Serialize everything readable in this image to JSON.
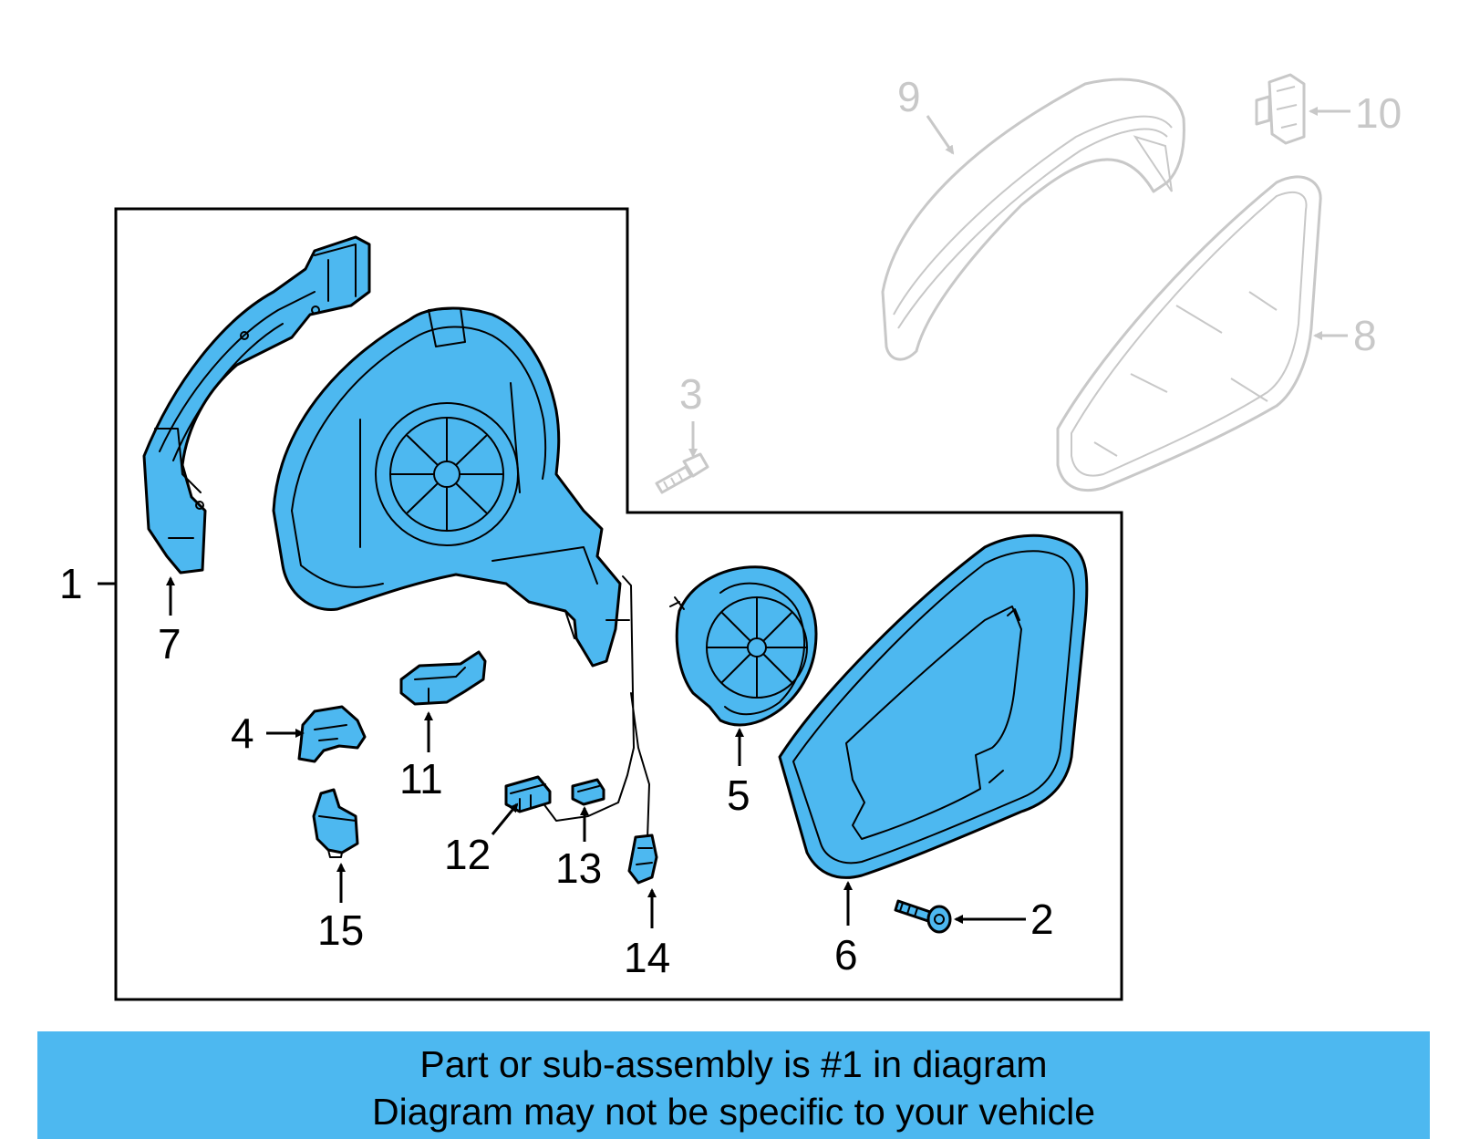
{
  "callouts": {
    "c1": "1",
    "c2": "2",
    "c3": "3",
    "c4": "4",
    "c5": "5",
    "c6": "6",
    "c7": "7",
    "c8": "8",
    "c9": "9",
    "c10": "10",
    "c11": "11",
    "c12": "12",
    "c13": "13",
    "c14": "14",
    "c15": "15"
  },
  "banner": {
    "line1": "Part or sub-assembly is #1 in diagram",
    "line2": "Diagram may not be specific to your vehicle"
  },
  "colors": {
    "highlight": "#4db8f0",
    "ghost": "#c8c8c8",
    "outline": "#000000"
  }
}
